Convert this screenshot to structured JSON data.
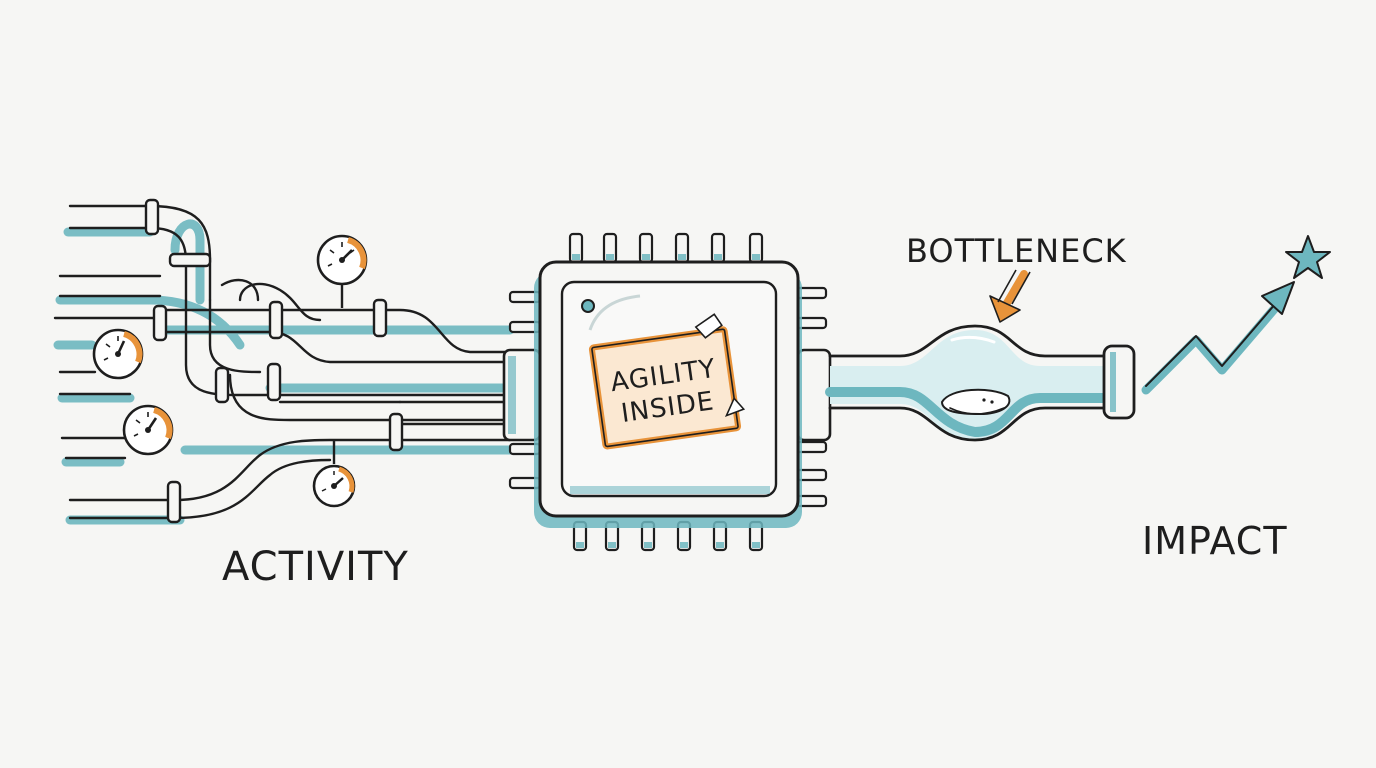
{
  "labels": {
    "activity": "ACTIVITY",
    "impact": "IMPACT",
    "bottleneck": "BOTTLENECK",
    "sticky_line1": "AGILITY",
    "sticky_line2": "INSIDE"
  },
  "colors": {
    "ink": "#1e1e1e",
    "pipe_teal": "#6db7bf",
    "accent_orange": "#e8933a",
    "background": "#f6f6f4",
    "sticky_fill": "#fbe8d2"
  },
  "icons": [
    "pressure-gauge-icon",
    "star-icon",
    "arrow-down-icon",
    "trend-arrow-icon",
    "chip-icon"
  ]
}
